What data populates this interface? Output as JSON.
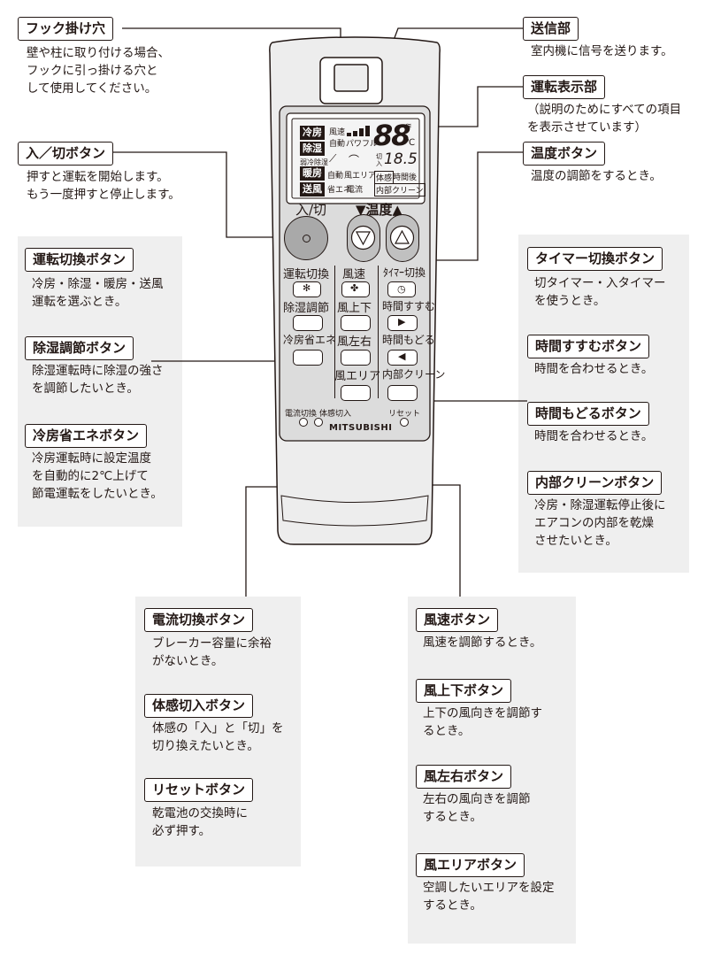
{
  "callouts": {
    "hook_hole": {
      "label": "フック掛け穴",
      "desc": "壁や柱に取り付ける場合、\nフックに引っ掛ける穴と\nして使用してください。"
    },
    "power": {
      "label": "入／切ボタン",
      "desc": "押すと運転を開始します。\nもう一度押すと停止します。"
    },
    "mode": {
      "label": "運転切換ボタン",
      "desc": "冷房・除湿・暖房・送風\n運転を選ぶとき。"
    },
    "dehumid": {
      "label": "除湿調節ボタン",
      "desc": "除湿運転時に除湿の強さ\nを調節したいとき。"
    },
    "eco": {
      "label": "冷房省エネボタン",
      "desc": "冷房運転時に設定温度\nを自動的に2℃上げて\n節電運転をしたいとき。"
    },
    "transmitter": {
      "label": "送信部",
      "desc": "室内機に信号を送ります。"
    },
    "display": {
      "label": "運転表示部",
      "desc": "（説明のためにすべての項目\nを表示させています）"
    },
    "temp": {
      "label": "温度ボタン",
      "desc": "温度の調節をするとき。"
    },
    "timer": {
      "label": "タイマー切換ボタン",
      "desc": "切タイマー・入タイマー\nを使うとき。"
    },
    "time_fwd": {
      "label": "時間すすむボタン",
      "desc": "時間を合わせるとき。"
    },
    "time_back": {
      "label": "時間もどるボタン",
      "desc": "時間を合わせるとき。"
    },
    "clean": {
      "label": "内部クリーンボタン",
      "desc": "冷房・除湿運転停止後に\nエアコンの内部を乾燥\nさせたいとき。"
    },
    "current": {
      "label": "電流切換ボタン",
      "desc": "ブレーカー容量に余裕\nがないとき。"
    },
    "sensor": {
      "label": "体感切入ボタン",
      "desc": "体感の「入」と「切」を\n切り換えたいとき。"
    },
    "reset": {
      "label": "リセットボタン",
      "desc": "乾電池の交換時に\n必ず押す。"
    },
    "fan_speed": {
      "label": "風速ボタン",
      "desc": "風速を調節するとき。"
    },
    "vane_ud": {
      "label": "風上下ボタン",
      "desc": "上下の風向きを調節す\nるとき。"
    },
    "vane_lr": {
      "label": "風左右ボタン",
      "desc": "左右の風向きを調節\nするとき。"
    },
    "area": {
      "label": "風エリアボタン",
      "desc": "空調したいエリアを設定\nするとき。"
    }
  },
  "remote": {
    "brand": "MITSUBISHI",
    "power_label": "入/切",
    "temp_label": "▼温度▲",
    "buttons": {
      "mode": "運転切換",
      "fan": "風速",
      "timer": "ﾀｲﾏｰ切換",
      "dehumid": "除湿調節",
      "vane_ud": "風上下",
      "time_fwd": "時間すすむ",
      "eco": "冷房省エネ",
      "vane_lr": "風左右",
      "time_back": "時間もどる",
      "area": "風エリア",
      "clean": "内部クリーン"
    },
    "bottom": {
      "current": "電流切換",
      "sensor": "体感切入",
      "reset": "リセット"
    },
    "lcd": {
      "mode_cool": "冷房",
      "mode_dry": "除湿",
      "mode_small": "弱冷除湿",
      "mode_heat": "暖房",
      "mode_fan": "送風",
      "fan_label": "風速",
      "auto": "自動",
      "powerful": "パワフル",
      "auto2": "自動",
      "area": "風エリア",
      "eco": "省エネ",
      "current": "電流",
      "temp": "88",
      "unit": "℃",
      "time": "18.5",
      "timer_on": "入",
      "timer_off": "切",
      "sensor": "体感",
      "after": "時間後",
      "clean": "内部クリーン"
    }
  },
  "colors": {
    "ink": "#231815",
    "panel": "#efefef",
    "remote": "#ededed",
    "remote_panel": "#dcdcdc"
  }
}
